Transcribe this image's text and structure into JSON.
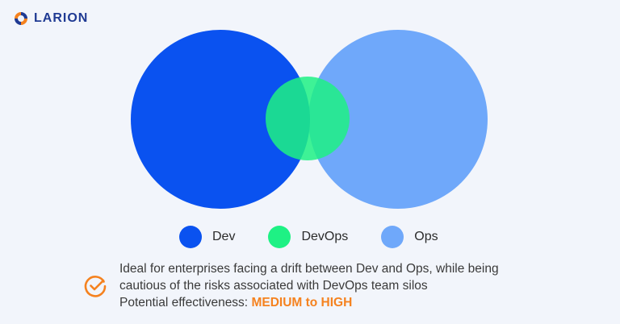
{
  "brand": {
    "name": "LARION",
    "logo_icon": "larion-swirl-icon"
  },
  "venn": {
    "sets": [
      {
        "name": "Dev",
        "color": "#0a52f0"
      },
      {
        "name": "Ops",
        "color": "#6fa8fa"
      }
    ],
    "intersection": {
      "name": "DevOps",
      "color": "#1ef184"
    }
  },
  "legend": [
    {
      "label": "Dev",
      "color": "#0a52f0"
    },
    {
      "label": "DevOps",
      "color": "#1ef184"
    },
    {
      "label": "Ops",
      "color": "#6fa8fa"
    }
  ],
  "note": {
    "icon": "check-circle-icon",
    "line1": "Ideal for enterprises facing a drift between Dev and Ops, while being",
    "line2": "cautious of the risks associated with DevOps team silos",
    "effectiveness_label": "Potential effectiveness: ",
    "effectiveness_value": "MEDIUM to HIGH",
    "accent_color": "#f5821f"
  }
}
